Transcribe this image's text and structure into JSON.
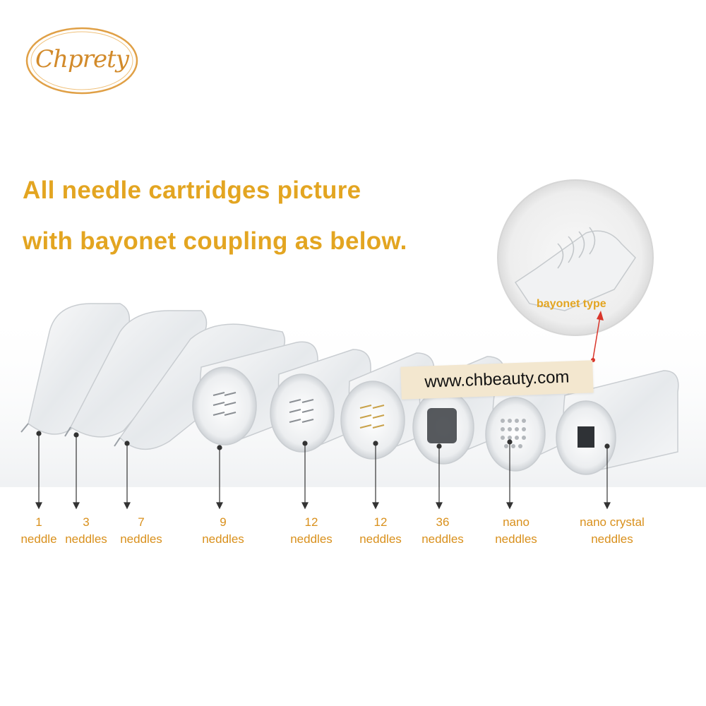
{
  "logo": {
    "text": "Chprety"
  },
  "headline": {
    "line1": "All needle cartridges picture",
    "line2": "with bayonet coupling as below."
  },
  "watermark": {
    "url": "www.chbeauty.com"
  },
  "callout": {
    "label": "bayonet type"
  },
  "cartridges": [
    {
      "line1": "1",
      "line2": "neddle"
    },
    {
      "line1": "3",
      "line2": "neddles"
    },
    {
      "line1": "7",
      "line2": "neddles"
    },
    {
      "line1": "9",
      "line2": "neddles"
    },
    {
      "line1": "12",
      "line2": "neddles"
    },
    {
      "line1": "12",
      "line2": "neddles"
    },
    {
      "line1": "36",
      "line2": "neddles"
    },
    {
      "line1": "nano",
      "line2": "neddles"
    },
    {
      "line1": "nano crystal",
      "line2": "neddles"
    }
  ],
  "colors": {
    "headline": "#e3a521",
    "label": "#d9901c",
    "banner": "#f3e7cf",
    "logo": "#d28a2a"
  }
}
